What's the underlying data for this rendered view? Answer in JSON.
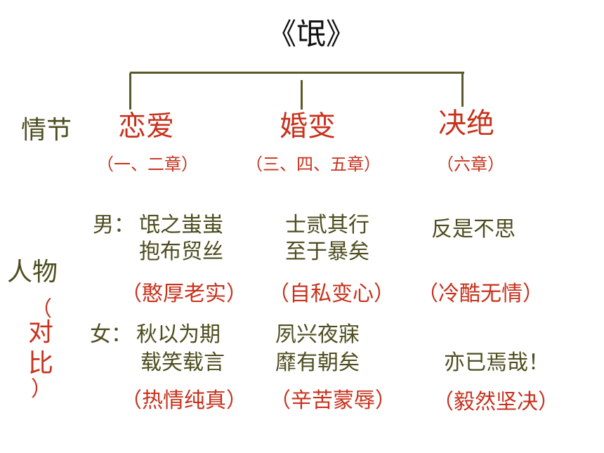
{
  "title": "《氓》",
  "labels": {
    "plot": "情节",
    "people": "人物",
    "paren_open": "（",
    "contrast_1": "对",
    "contrast_2": "比",
    "paren_close": "）"
  },
  "stages": [
    {
      "name": "恋爱",
      "chapters": "（一、二章）"
    },
    {
      "name": "婚变",
      "chapters": "（三、四、五章）"
    },
    {
      "name": "决绝",
      "chapters": "（六章）"
    }
  ],
  "male": {
    "prefix": "男：",
    "lines": [
      [
        "氓之蚩蚩",
        "抱布贸丝"
      ],
      [
        "士贰其行",
        "至于暴矣"
      ],
      [
        "反是不思"
      ]
    ],
    "traits": [
      "（憨厚老实）",
      "（自私变心）",
      "（冷酷无情）"
    ]
  },
  "female": {
    "prefix": "女：",
    "lines": [
      [
        "秋以为期",
        "载笑载言"
      ],
      [
        "夙兴夜寐",
        "靡有朝矣"
      ],
      [
        "亦已焉哉！"
      ]
    ],
    "traits": [
      "（热情纯真）",
      "（辛苦蒙辱）",
      "（毅然坚决）"
    ]
  }
}
